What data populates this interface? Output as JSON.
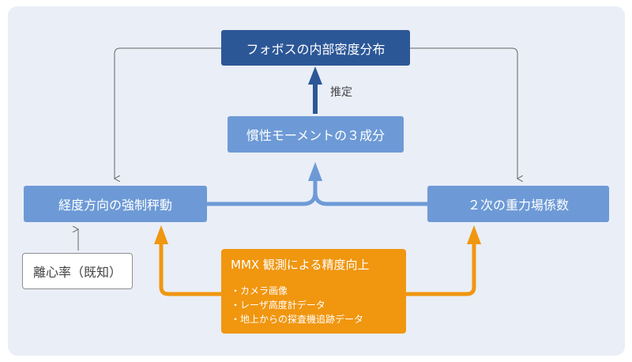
{
  "nodes": {
    "phobos_density": "フォボスの内部密度分布",
    "inertia": "慣性モーメントの３成分",
    "libration": "経度方向の強制秤動",
    "gravity": "２次の重力場係数",
    "eccentricity": "離心率（既知）"
  },
  "edge_labels": {
    "estimate": "推定"
  },
  "mmx": {
    "title": "MMX 観測による精度向上",
    "items": [
      "カメラ画像",
      "レーザ高度計データ",
      "地上からの探査機追跡データ"
    ]
  },
  "colors": {
    "dark_blue": "#2c5797",
    "mid_blue": "#6d9ad6",
    "orange": "#f0960f",
    "background": "#e9eef7"
  }
}
